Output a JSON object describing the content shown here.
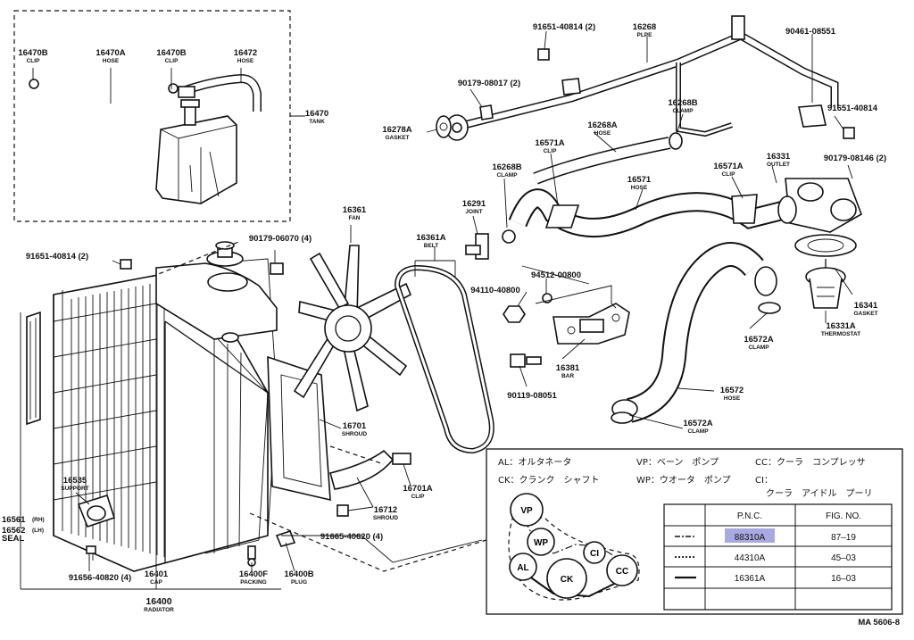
{
  "labels": [
    {
      "id": "16470B_clip_a",
      "pn": "16470B",
      "sub": "CLIP"
    },
    {
      "id": "16470A",
      "pn": "16470A",
      "sub": "HOSE"
    },
    {
      "id": "16470B_clip_b",
      "pn": "16470B",
      "sub": "CLIP"
    },
    {
      "id": "16472",
      "pn": "16472",
      "sub": "HOSE"
    },
    {
      "id": "16470",
      "pn": "16470",
      "sub": "TANK"
    },
    {
      "id": "91651-40814_2_top",
      "pn": "91651-40814 (2)",
      "sub": ""
    },
    {
      "id": "16268",
      "pn": "16268",
      "sub": "PLPE"
    },
    {
      "id": "90461-08551",
      "pn": "90461-08551",
      "sub": ""
    },
    {
      "id": "90179-08017",
      "pn": "90179-08017 (2)",
      "sub": ""
    },
    {
      "id": "16278A",
      "pn": "16278A",
      "sub": "GASKET"
    },
    {
      "id": "16268B_top",
      "pn": "16268B",
      "sub": "CLAMP"
    },
    {
      "id": "91651-40814_right",
      "pn": "91651-40814",
      "sub": ""
    },
    {
      "id": "16268A",
      "pn": "16268A",
      "sub": "HOSE"
    },
    {
      "id": "16571A_left",
      "pn": "16571A",
      "sub": "CLIP"
    },
    {
      "id": "16268B_mid",
      "pn": "16268B",
      "sub": "CLAMP"
    },
    {
      "id": "16571",
      "pn": "16571",
      "sub": "HOSE"
    },
    {
      "id": "16331",
      "pn": "16331",
      "sub": "OUTLET"
    },
    {
      "id": "90179-08146",
      "pn": "90179-08146 (2)",
      "sub": ""
    },
    {
      "id": "16571A_right",
      "pn": "16571A",
      "sub": "CLIP"
    },
    {
      "id": "16291",
      "pn": "16291",
      "sub": "JOINT"
    },
    {
      "id": "16361",
      "pn": "16361",
      "sub": "FAN"
    },
    {
      "id": "16361A",
      "pn": "16361A",
      "sub": "BELT"
    },
    {
      "id": "90179-06070",
      "pn": "90179-06070 (4)",
      "sub": ""
    },
    {
      "id": "91651-40814_2_left",
      "pn": "91651-40814 (2)",
      "sub": ""
    },
    {
      "id": "94512-00800",
      "pn": "94512-00800",
      "sub": ""
    },
    {
      "id": "94110-40800",
      "pn": "94110-40800",
      "sub": ""
    },
    {
      "id": "16341",
      "pn": "16341",
      "sub": "GASKET"
    },
    {
      "id": "16331A",
      "pn": "16331A",
      "sub": "THERMOSTAT"
    },
    {
      "id": "16572A_upper",
      "pn": "16572A",
      "sub": "CLAMP"
    },
    {
      "id": "16381",
      "pn": "16381",
      "sub": "BAR"
    },
    {
      "id": "90119-08051",
      "pn": "90119-08051",
      "sub": ""
    },
    {
      "id": "16572",
      "pn": "16572",
      "sub": "HOSE"
    },
    {
      "id": "16572A_lower",
      "pn": "16572A",
      "sub": "CLAMP"
    },
    {
      "id": "16701",
      "pn": "16701",
      "sub": "SHROUD"
    },
    {
      "id": "16701A",
      "pn": "16701A",
      "sub": "CLIP"
    },
    {
      "id": "16712",
      "pn": "16712",
      "sub": "SHROUD"
    },
    {
      "id": "16535",
      "pn": "16535",
      "sub": "SUPPORT"
    },
    {
      "id": "16561",
      "pn": "16561",
      "sub": "(RH)"
    },
    {
      "id": "16562",
      "pn": "16562",
      "sub": "(LH)"
    },
    {
      "id": "seal",
      "pn": "",
      "sub": "SEAL"
    },
    {
      "id": "91665-40620",
      "pn": "91665-40620 (4)",
      "sub": ""
    },
    {
      "id": "16401",
      "pn": "16401",
      "sub": "CAP"
    },
    {
      "id": "16400F",
      "pn": "16400F",
      "sub": "PACKING"
    },
    {
      "id": "16400B",
      "pn": "16400B",
      "sub": "PLUG"
    },
    {
      "id": "91656-40820",
      "pn": "91656-40820 (4)",
      "sub": ""
    },
    {
      "id": "16400",
      "pn": "16400",
      "sub": "RADIATOR"
    }
  ],
  "legend": {
    "line1_left": "AL：オルタネータ",
    "line1_mid": "VP：ベーン　ポンプ",
    "line1_right": "CC：クーラ　コンプレッサ",
    "line2_left": "CK：クランク　シャフト",
    "line2_mid": "WP：ウオータ　ポンプ",
    "line2_right": "CI：",
    "line3_right": "クーラ　アイドル　プーリ",
    "pulleys": {
      "vp": "VP",
      "wp": "WP",
      "al": "AL",
      "ck": "CK",
      "ci": "CI",
      "cc": "CC"
    }
  },
  "table": {
    "headers": [
      "P.N.C.",
      "FIG. NO."
    ],
    "rows": [
      {
        "line": "dash-dot",
        "pnc": "88310A",
        "fig": "87–19",
        "highlight": true
      },
      {
        "line": "dotted",
        "pnc": "44310A",
        "fig": "45–03",
        "highlight": false
      },
      {
        "line": "solid",
        "pnc": "16361A",
        "fig": "16–03",
        "highlight": false
      }
    ]
  },
  "footer": "MA 5606-8",
  "colors": {
    "ink": "#111111",
    "highlight": "#8c8cd8",
    "background": "#ffffff"
  }
}
